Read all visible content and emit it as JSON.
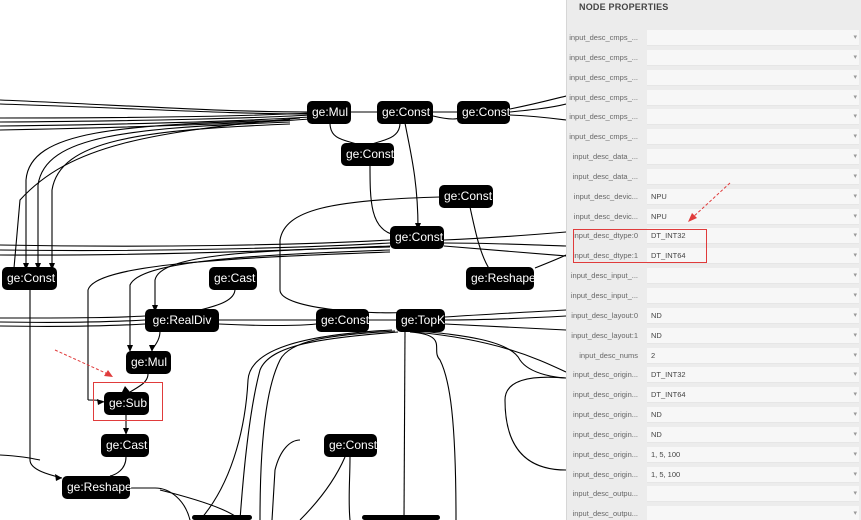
{
  "graph": {
    "nodes": [
      {
        "id": "mul-top",
        "label": "ge:Mul"
      },
      {
        "id": "const-top-1",
        "label": "ge:Const"
      },
      {
        "id": "const-top-2",
        "label": "ge:Const"
      },
      {
        "id": "const-2",
        "label": "ge:Const"
      },
      {
        "id": "const-3",
        "label": "ge:Const"
      },
      {
        "id": "const-4",
        "label": "ge:Const"
      },
      {
        "id": "const-left",
        "label": "ge:Const"
      },
      {
        "id": "cast-1",
        "label": "ge:Cast"
      },
      {
        "id": "reshape-1",
        "label": "ge:Reshape"
      },
      {
        "id": "realdiv",
        "label": "ge:RealDiv"
      },
      {
        "id": "const-5",
        "label": "ge:Const"
      },
      {
        "id": "topk",
        "label": "ge:TopK"
      },
      {
        "id": "mul-2",
        "label": "ge:Mul"
      },
      {
        "id": "sub",
        "label": "ge:Sub"
      },
      {
        "id": "cast-2",
        "label": "ge:Cast"
      },
      {
        "id": "const-6",
        "label": "ge:Const"
      },
      {
        "id": "reshape-2",
        "label": "ge:Reshape"
      }
    ]
  },
  "panel": {
    "title": "NODE PROPERTIES",
    "rows": [
      {
        "label": "input_desc_cmps_...",
        "value": ""
      },
      {
        "label": "input_desc_cmps_...",
        "value": ""
      },
      {
        "label": "input_desc_cmps_...",
        "value": ""
      },
      {
        "label": "input_desc_cmps_...",
        "value": ""
      },
      {
        "label": "input_desc_cmps_...",
        "value": ""
      },
      {
        "label": "input_desc_cmps_...",
        "value": ""
      },
      {
        "label": "input_desc_data_...",
        "value": ""
      },
      {
        "label": "input_desc_data_...",
        "value": ""
      },
      {
        "label": "input_desc_devic...",
        "value": "NPU"
      },
      {
        "label": "input_desc_devic...",
        "value": "NPU"
      },
      {
        "label": "input_desc_dtype:0",
        "value": "DT_INT32"
      },
      {
        "label": "input_desc_dtype:1",
        "value": "DT_INT64"
      },
      {
        "label": "input_desc_input_...",
        "value": ""
      },
      {
        "label": "input_desc_input_...",
        "value": ""
      },
      {
        "label": "input_desc_layout:0",
        "value": "ND"
      },
      {
        "label": "input_desc_layout:1",
        "value": "ND"
      },
      {
        "label": "input_desc_nums",
        "value": "2"
      },
      {
        "label": "input_desc_origin...",
        "value": "DT_INT32"
      },
      {
        "label": "input_desc_origin...",
        "value": "DT_INT64"
      },
      {
        "label": "input_desc_origin...",
        "value": "ND"
      },
      {
        "label": "input_desc_origin...",
        "value": "ND"
      },
      {
        "label": "input_desc_origin...",
        "value": "1, 5, 100"
      },
      {
        "label": "input_desc_origin...",
        "value": "1, 5, 100"
      },
      {
        "label": "input_desc_outpu...",
        "value": ""
      },
      {
        "label": "input_desc_outpu...",
        "value": ""
      }
    ]
  },
  "colors": {
    "node_bg": "#000000",
    "node_text": "#ffffff",
    "annotation": "#e03b3b",
    "panel_bg": "#ececec"
  },
  "icons": {
    "row_expand": "chevron-down-icon"
  }
}
